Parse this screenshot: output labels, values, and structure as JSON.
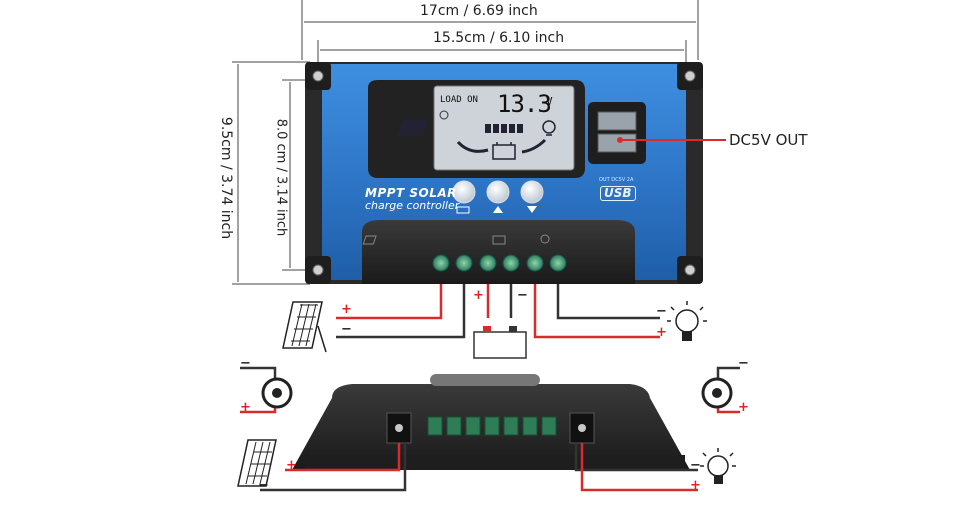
{
  "dimensions": {
    "overall_length": "17cm / 6.69 inch",
    "mount_spacing": "15.5cm / 6.10 inch",
    "overall_height": "9.5cm / 3.74 inch",
    "body_height": "8.0 cm / 3.14 inch"
  },
  "usb_port": {
    "label": "DC5V OUT",
    "rating_text": "OUT DC5V 2A",
    "logo_text": "USB"
  },
  "lcd": {
    "status_text": "LOAD ON",
    "value": "13.3",
    "unit": "V"
  },
  "branding": {
    "line1": "MPPT SOLAR",
    "line2": "charge controller"
  },
  "wiring": {
    "solar": {
      "positive": "+",
      "negative": "−"
    },
    "battery": {
      "positive": "+",
      "negative": "−"
    },
    "load": {
      "negative": "−",
      "positive": "+"
    },
    "side_view_solar": {
      "positive": "+",
      "negative": "−"
    },
    "side_view_load": {
      "negative": "−",
      "positive": "+"
    },
    "left_dc_port": {
      "negative": "−",
      "positive": "+"
    },
    "right_dc_port": {
      "negative": "−",
      "positive": "+"
    }
  },
  "colors": {
    "panel_blue": "#2f77c9",
    "panel_dark": "#2b2b2b",
    "wire_red": "#d92b2b",
    "wire_black": "#333333",
    "lcd_bg": "#cdd3d8",
    "terminal_green": "#2e7d57"
  }
}
